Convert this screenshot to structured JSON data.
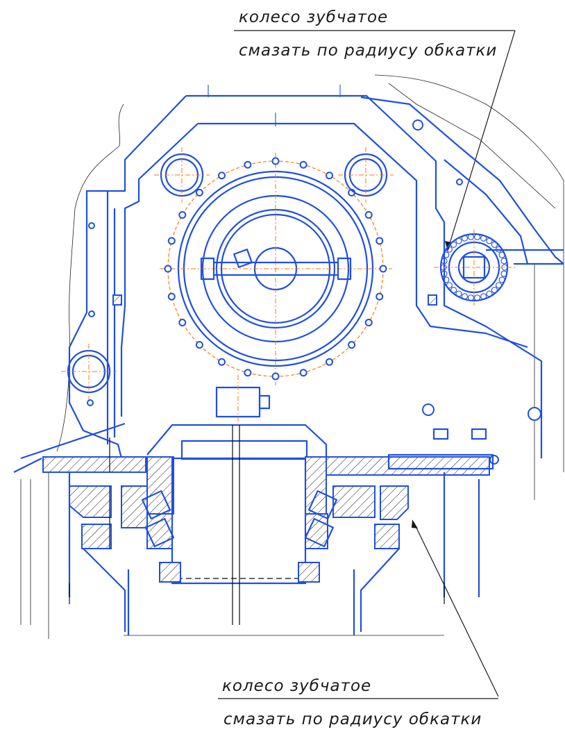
{
  "callouts": [
    {
      "gear_label": "колесо зубчатое",
      "instruction": "смазать по радиусу обкатки"
    },
    {
      "gear_label": "колесо зубчатое",
      "instruction": "смазать по радиусу обкатки"
    }
  ],
  "colors": {
    "outline": "#1f4fe0",
    "centerline": "#ff7a00",
    "annotation": "#1a1a1a"
  }
}
